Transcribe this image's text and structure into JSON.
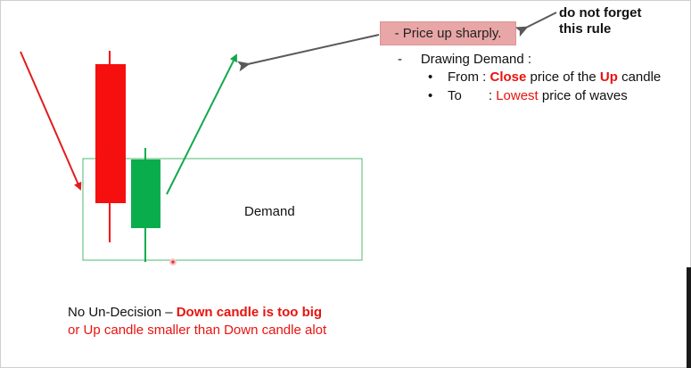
{
  "colors": {
    "down_candle": "#f50f0f",
    "up_candle": "#0aad4b",
    "zone_border": "#4dbb72",
    "arrow_red": "#e21c1c",
    "arrow_green": "#14a84e",
    "arrow_gray": "#595959",
    "badge_bg": "#e8a6a6",
    "highlight_red": "#e8130f",
    "cursor_dot": "#e43a3a"
  },
  "badge": {
    "text": "- Price up sharply."
  },
  "rule_note": {
    "line1": "do not forget",
    "line2": "this rule"
  },
  "drawing_demand": {
    "title": "Drawing Demand :",
    "from_bullet": "•",
    "from_label": "From : ",
    "from_highlight1": "Close",
    "from_mid": " price of the ",
    "from_highlight2": "Up",
    "from_end": " candle",
    "to_bullet": "•",
    "to_label": "To",
    "to_colon": ": ",
    "to_highlight": "Lowest",
    "to_end": " price of waves"
  },
  "zone": {
    "label": "Demand"
  },
  "note": {
    "prefix": "No Un-Decision – ",
    "highlight": "Down candle is too big",
    "line2": "or Up candle smaller than Down candle alot"
  }
}
